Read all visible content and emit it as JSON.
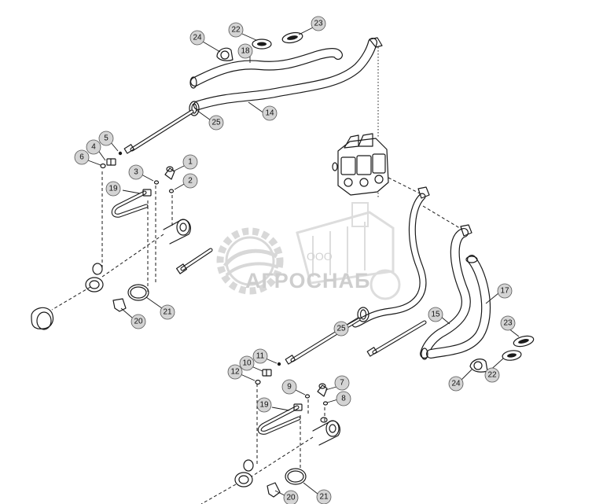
{
  "watermark": {
    "company_prefix": "ООО",
    "company_name": "АГРОСНАБ",
    "accent_color": "#9a9a9a"
  },
  "callouts": [
    {
      "id": "c1",
      "label": "24"
    },
    {
      "id": "c2",
      "label": "22"
    },
    {
      "id": "c3",
      "label": "23"
    },
    {
      "id": "c4",
      "label": "18"
    },
    {
      "id": "c5",
      "label": "14"
    },
    {
      "id": "c6",
      "label": "25"
    },
    {
      "id": "c7",
      "label": "5"
    },
    {
      "id": "c8",
      "label": "4"
    },
    {
      "id": "c9",
      "label": "6"
    },
    {
      "id": "c10",
      "label": "3"
    },
    {
      "id": "c11",
      "label": "1"
    },
    {
      "id": "c12",
      "label": "2"
    },
    {
      "id": "c13",
      "label": "19"
    },
    {
      "id": "c14",
      "label": "20"
    },
    {
      "id": "c15",
      "label": "21"
    },
    {
      "id": "c16",
      "label": "17"
    },
    {
      "id": "c17",
      "label": "15"
    },
    {
      "id": "c18",
      "label": "25"
    },
    {
      "id": "c19",
      "label": "23"
    },
    {
      "id": "c20",
      "label": "22"
    },
    {
      "id": "c21",
      "label": "24"
    },
    {
      "id": "c22",
      "label": "11"
    },
    {
      "id": "c23",
      "label": "10"
    },
    {
      "id": "c24",
      "label": "12"
    },
    {
      "id": "c25",
      "label": "7"
    },
    {
      "id": "c26",
      "label": "9"
    },
    {
      "id": "c27",
      "label": "8"
    },
    {
      "id": "c28",
      "label": "19"
    },
    {
      "id": "c29",
      "label": "20"
    },
    {
      "id": "c30",
      "label": "21"
    }
  ]
}
